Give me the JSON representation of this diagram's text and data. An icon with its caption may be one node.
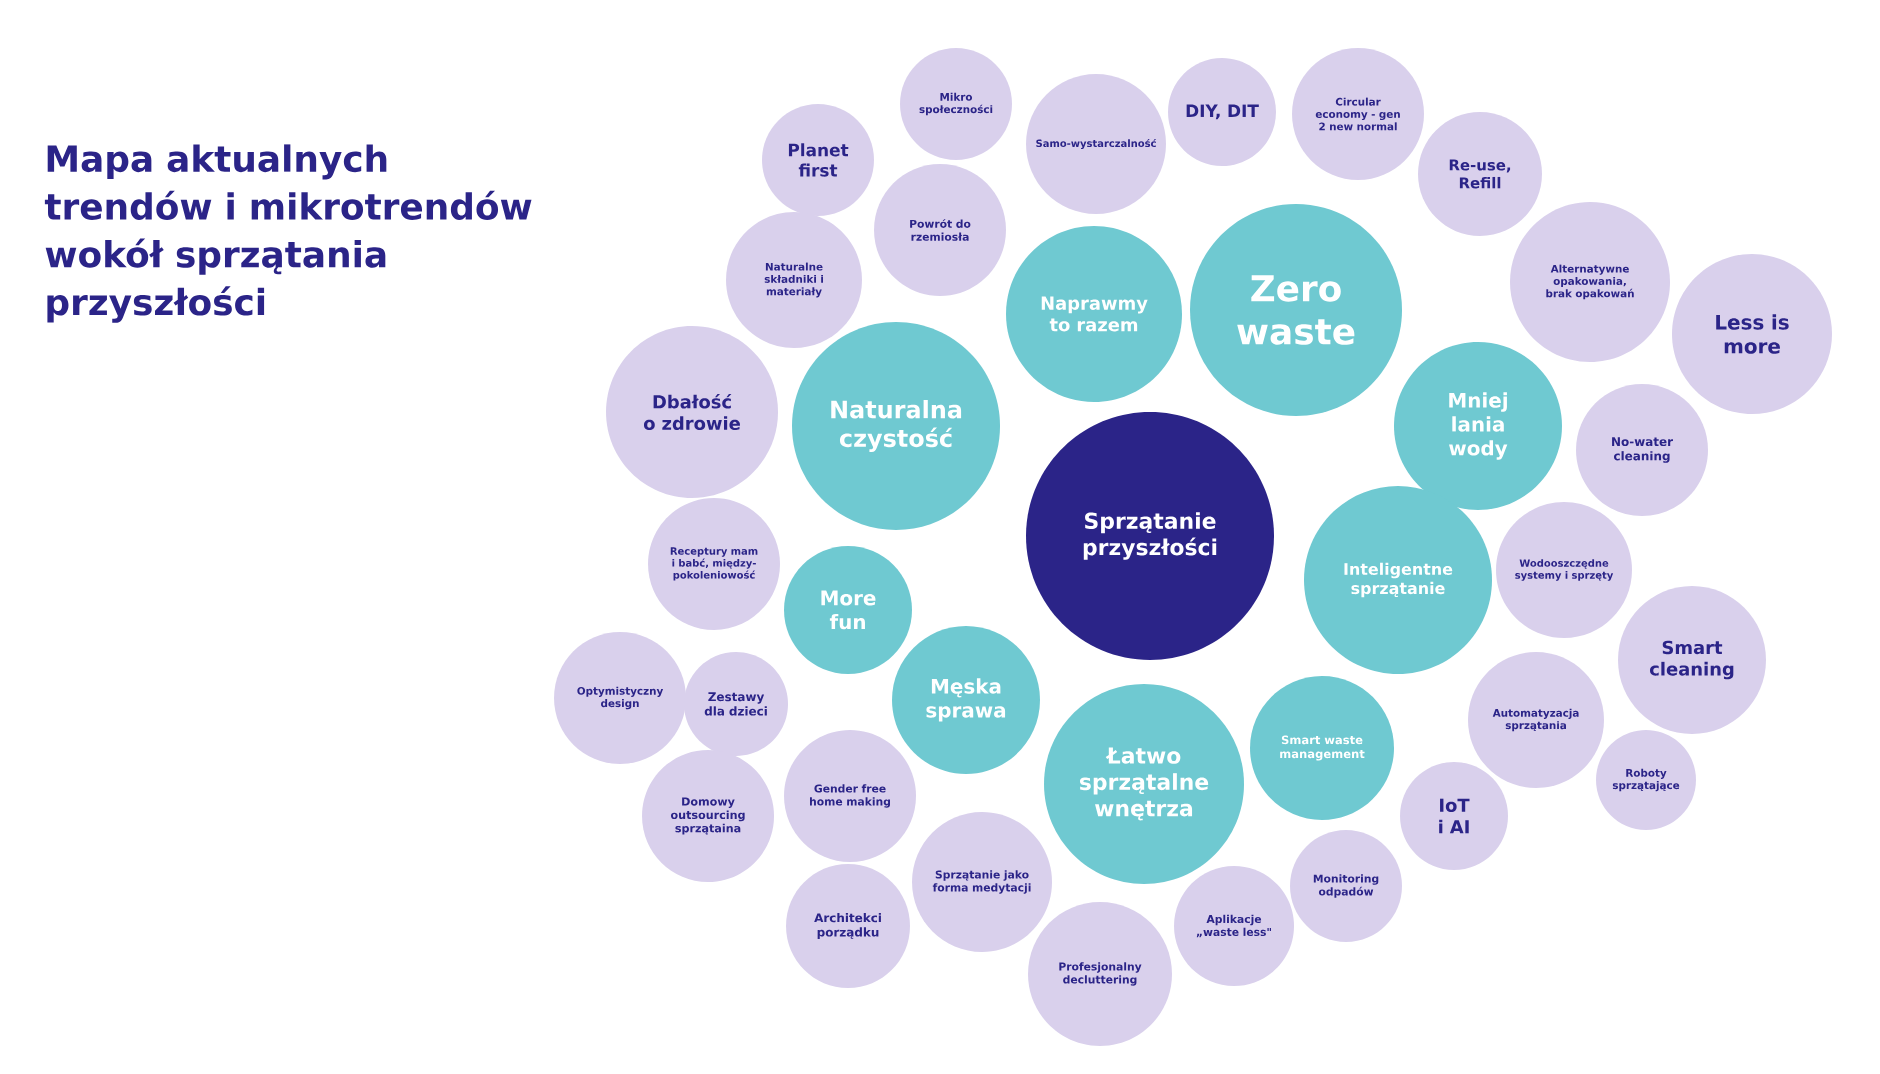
{
  "diagram": {
    "title": "Mapa aktualnych trendów i mikrotrendów wokół sprzątania przyszłości",
    "nodes": [
      {
        "text": [
          "Mikro społeczności"
        ]
      },
      {
        "text": [
          "DIY, DIT"
        ]
      },
      {
        "text": [
          "Circular economy - gen 2 new normal"
        ]
      },
      {
        "text": [
          "Samo-wystarczalność"
        ]
      },
      {
        "text": [
          "Planet first"
        ]
      },
      {
        "text": [
          "Re-use, Refill"
        ]
      },
      {
        "text": [
          "Powrót do rzemiosła"
        ]
      },
      {
        "text": [
          "Naturalne składniki i materiały"
        ]
      },
      {
        "text": [
          "Alternatywne opakowania, brak opakowań"
        ]
      },
      {
        "text": [
          "Zero waste"
        ]
      },
      {
        "text": [
          "Naprawmy to razem"
        ]
      },
      {
        "text": [
          "Less is more"
        ]
      },
      {
        "text": [
          "Dbałość o zdrowie"
        ]
      },
      {
        "text": [
          "Naturalna czystość"
        ]
      },
      {
        "text": [
          "Mniej lania wody"
        ]
      },
      {
        "text": [
          "No-water cleaning"
        ]
      },
      {
        "text": [
          "Sprzątanie przyszłości"
        ]
      },
      {
        "text": [
          "Receptury mam i babć, między-pokoleniowość"
        ]
      },
      {
        "text": [
          "Wodooszczędne systemy i sprzęty"
        ]
      },
      {
        "text": [
          "Inteligentne sprzątanie"
        ]
      },
      {
        "text": [
          "More fun"
        ]
      },
      {
        "text": [
          "Smart cleaning"
        ]
      },
      {
        "text": [
          "Optymistyczny design"
        ]
      },
      {
        "text": [
          "Zestawy dla dzieci"
        ]
      },
      {
        "text": [
          "Męska sprawa"
        ]
      },
      {
        "text": [
          "Automatyzacja sprzątania"
        ]
      },
      {
        "text": [
          "Smart waste management"
        ]
      },
      {
        "text": [
          "Łatwo sprzątalne wnętrza"
        ]
      },
      {
        "text": [
          "Roboty sprzątające"
        ]
      },
      {
        "text": [
          "Gender free home making"
        ]
      },
      {
        "text": [
          "Domowy outsourcing sprzątaina"
        ]
      },
      {
        "text": [
          "IoT i AI"
        ]
      },
      {
        "text": [
          "Sprzątanie jako forma medytacji"
        ]
      },
      {
        "text": [
          "Monitoring odpadów"
        ]
      },
      {
        "text": [
          "Aplikacje „waste less\""
        ]
      },
      {
        "text": [
          "Architekci porządku"
        ]
      },
      {
        "text": [
          "Profesjonalny decluttering"
        ]
      }
    ],
    "edges": []
  }
}
